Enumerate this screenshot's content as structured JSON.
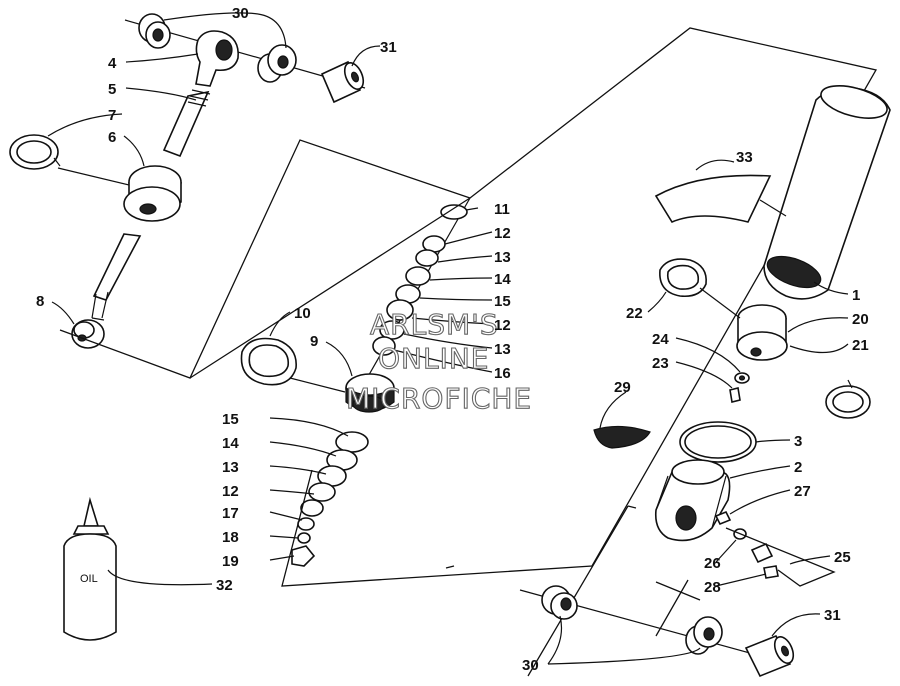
{
  "callouts": [
    "30",
    "31",
    "4",
    "5",
    "7",
    "6",
    "8",
    "11",
    "12",
    "13",
    "14",
    "15",
    "12",
    "13",
    "16",
    "10",
    "9",
    "15",
    "14",
    "13",
    "12",
    "17",
    "18",
    "19",
    "32",
    "33",
    "1",
    "22",
    "20",
    "24",
    "23",
    "21",
    "29",
    "3",
    "2",
    "27",
    "26",
    "25",
    "28",
    "30",
    "31"
  ],
  "bottle_label": "OIL",
  "watermark": [
    "ARLSM'S",
    "ONLINE",
    "MICROFICHE"
  ]
}
